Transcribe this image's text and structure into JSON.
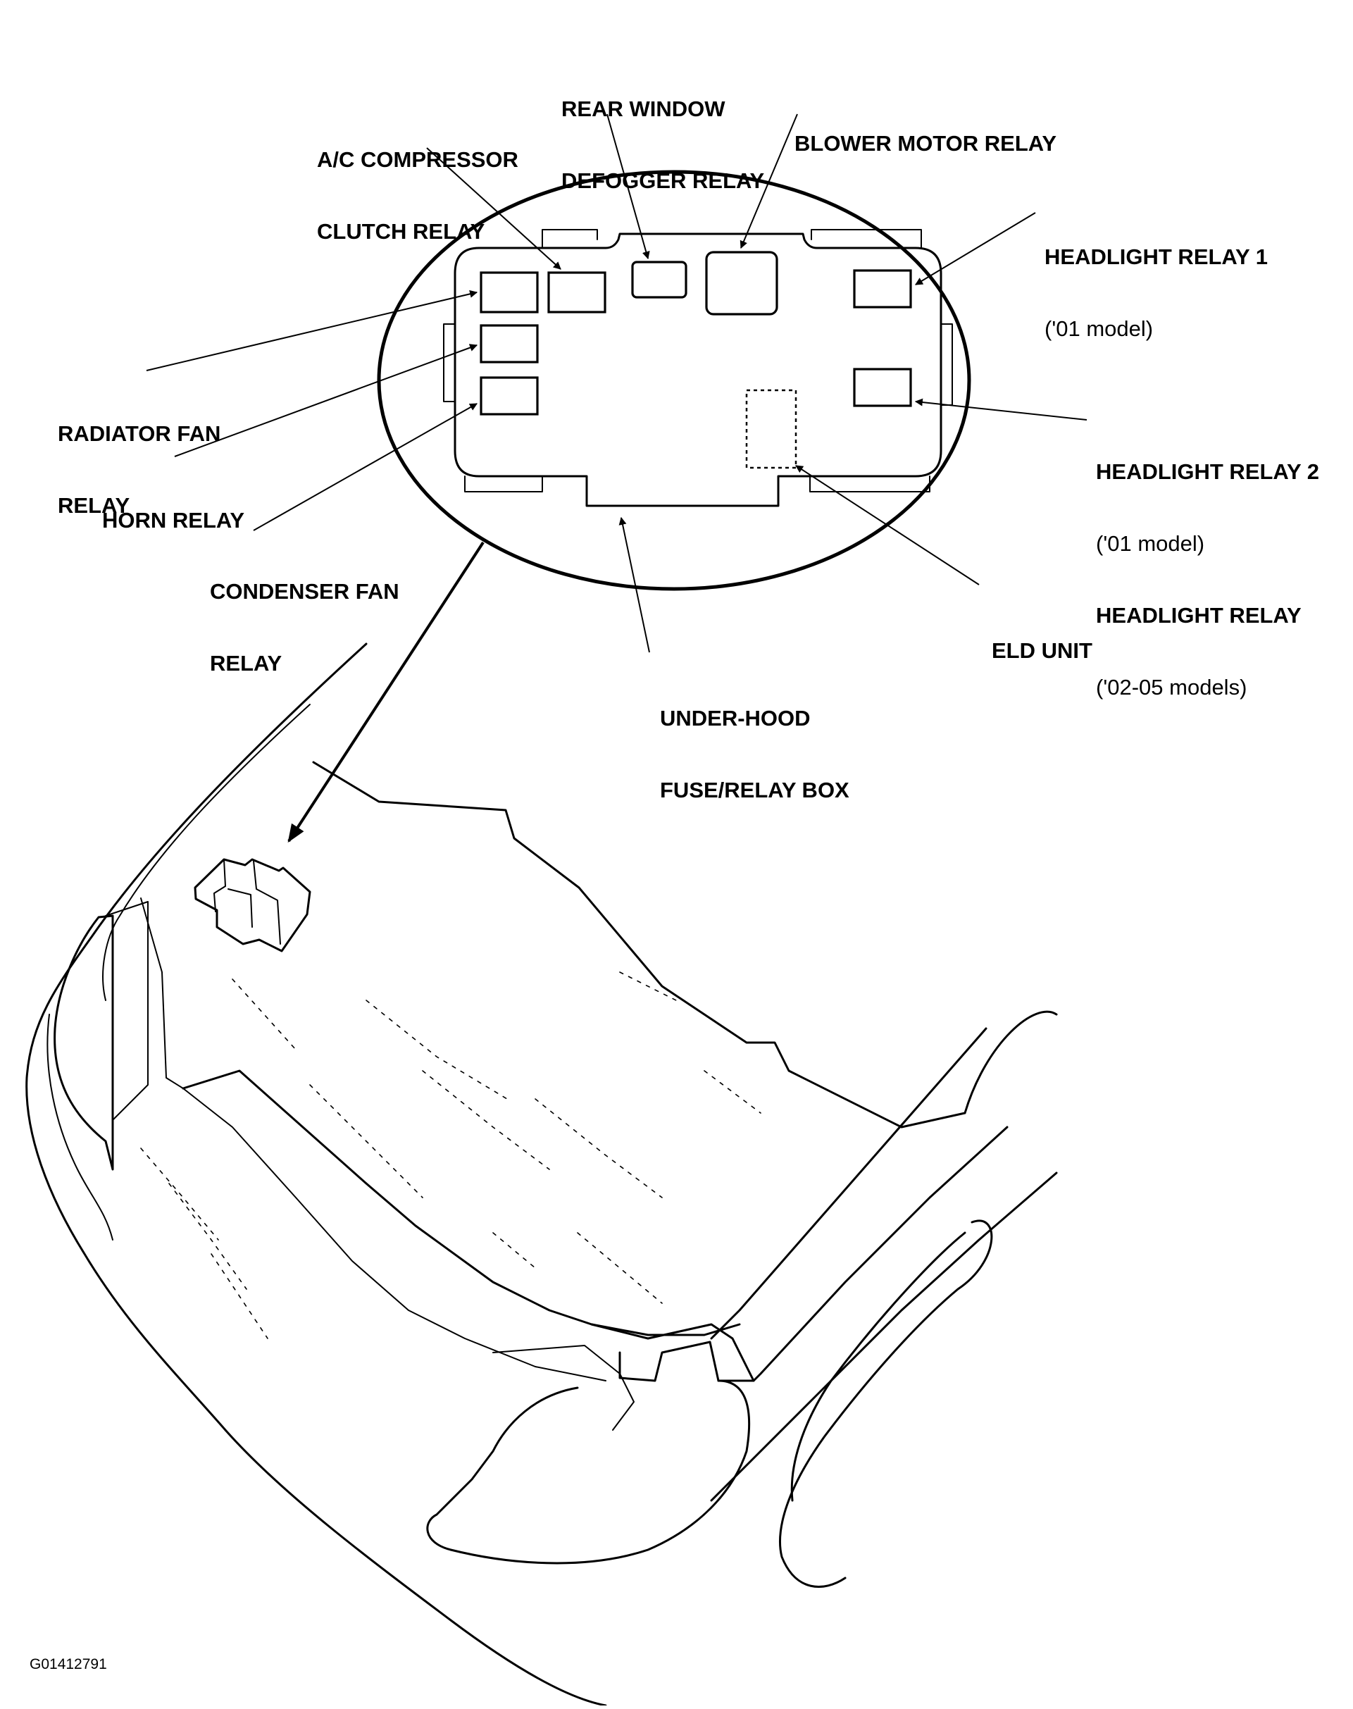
{
  "labels": {
    "rear_window_defogger_relay": [
      "REAR WINDOW",
      "DEFOGGER RELAY"
    ],
    "blower_motor_relay": "BLOWER MOTOR RELAY",
    "ac_compressor_clutch_relay": [
      "A/C COMPRESSOR",
      "CLUTCH RELAY"
    ],
    "headlight_relay_1": [
      "HEADLIGHT RELAY 1",
      "('01 model)"
    ],
    "radiator_fan_relay": [
      "RADIATOR FAN",
      "RELAY"
    ],
    "horn_relay": "HORN RELAY",
    "headlight_relay_2": [
      "HEADLIGHT RELAY 2",
      "('01 model)",
      "HEADLIGHT RELAY",
      "('02-05 models)"
    ],
    "condenser_fan_relay": [
      "CONDENSER FAN",
      "RELAY"
    ],
    "eld_unit": "ELD UNIT",
    "under_hood_box": [
      "UNDER-HOOD",
      "FUSE/RELAY BOX"
    ]
  },
  "figure_code": "G01412791"
}
